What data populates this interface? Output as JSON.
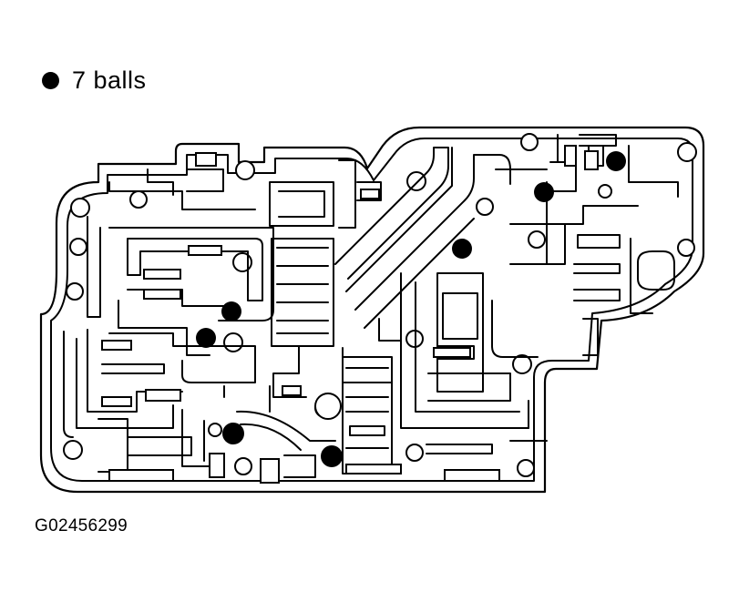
{
  "legend": {
    "symbol": "ball-icon",
    "label": "7 balls"
  },
  "figure_id": "G02456299",
  "diagram": {
    "ball_count": 7,
    "ink_color": "#000000",
    "background": "#ffffff"
  }
}
